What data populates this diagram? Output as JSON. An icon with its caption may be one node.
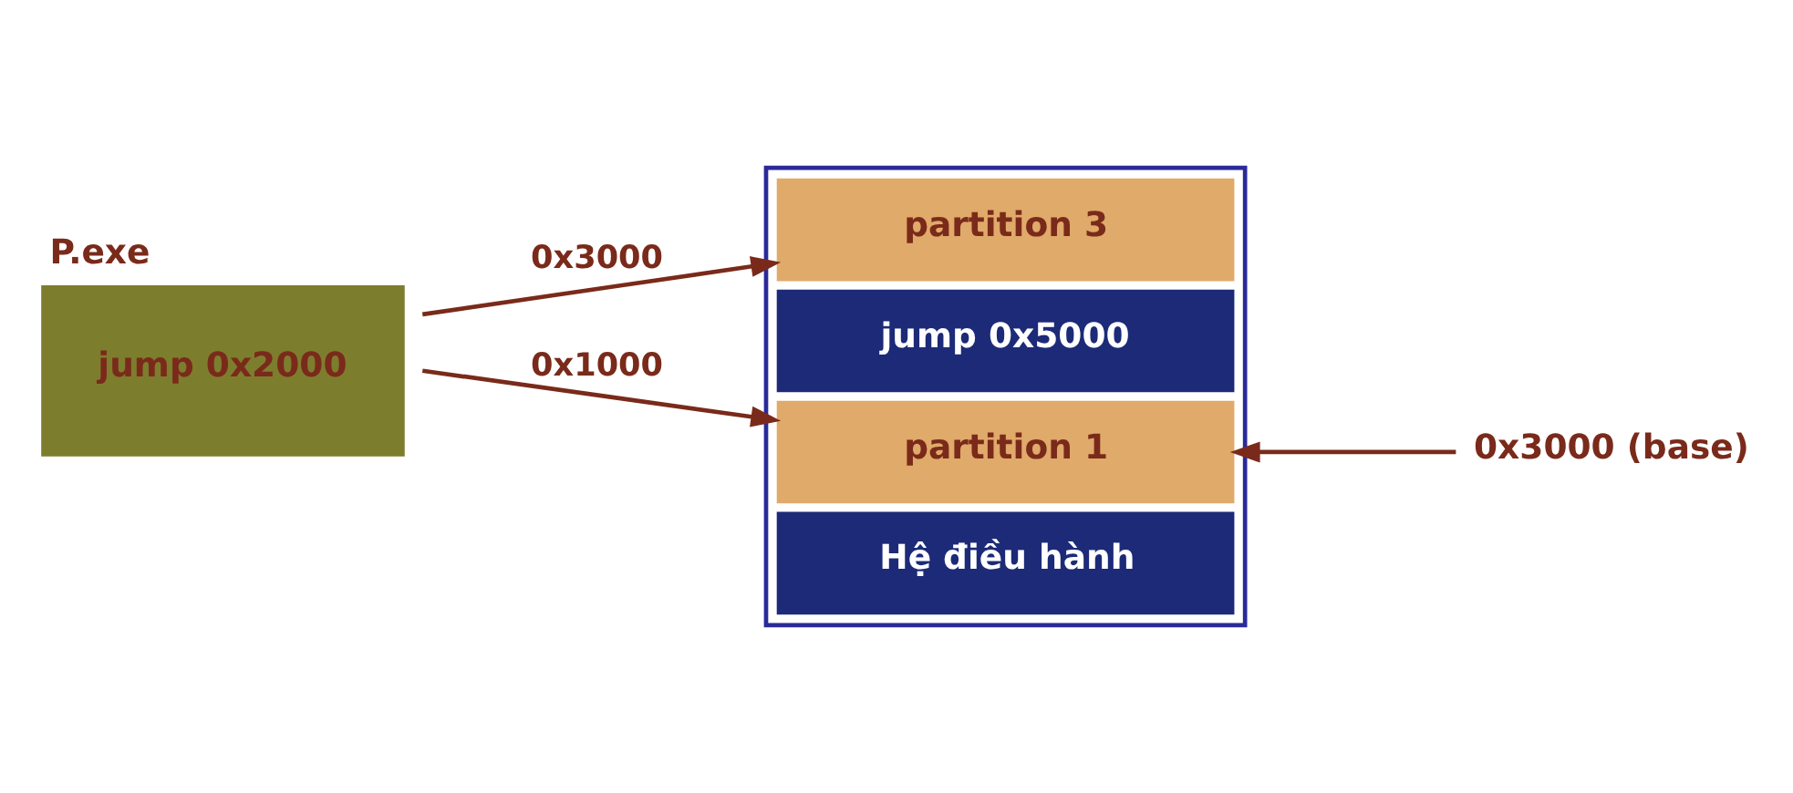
{
  "diagram": {
    "nodes": [
      {
        "text": [
          "P.exe",
          "jump 0x2000"
        ]
      },
      {
        "text": [],
        "shape": "box"
      },
      {
        "text": [
          "partition 3"
        ],
        "in": 1
      },
      {
        "text": [
          "jump 0x5000"
        ],
        "in": 1
      },
      {
        "text": [
          "partition 1"
        ],
        "in": 1
      },
      {
        "text": [
          "Hệ điều hành"
        ],
        "in": 1
      },
      {
        "text": [
          "0x3000 (base)"
        ]
      }
    ],
    "edges": [
      {
        "from": 0,
        "to": 2,
        "arrow": "to",
        "label": "0x3000"
      },
      {
        "from": 0,
        "to": 4,
        "arrow": "to",
        "label": "0x1000"
      },
      {
        "from": 6,
        "to": 4,
        "arrow": "to"
      }
    ]
  }
}
